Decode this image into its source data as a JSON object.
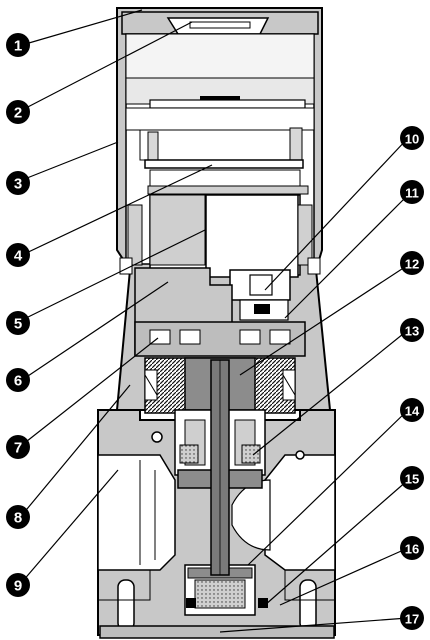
{
  "diagram": {
    "callouts": [
      {
        "label": "1"
      },
      {
        "label": "2"
      },
      {
        "label": "3"
      },
      {
        "label": "4"
      },
      {
        "label": "5"
      },
      {
        "label": "6"
      },
      {
        "label": "7"
      },
      {
        "label": "8"
      },
      {
        "label": "9"
      },
      {
        "label": "10"
      },
      {
        "label": "11"
      },
      {
        "label": "12"
      },
      {
        "label": "13"
      },
      {
        "label": "14"
      },
      {
        "label": "15"
      },
      {
        "label": "16"
      },
      {
        "label": "17"
      }
    ]
  }
}
